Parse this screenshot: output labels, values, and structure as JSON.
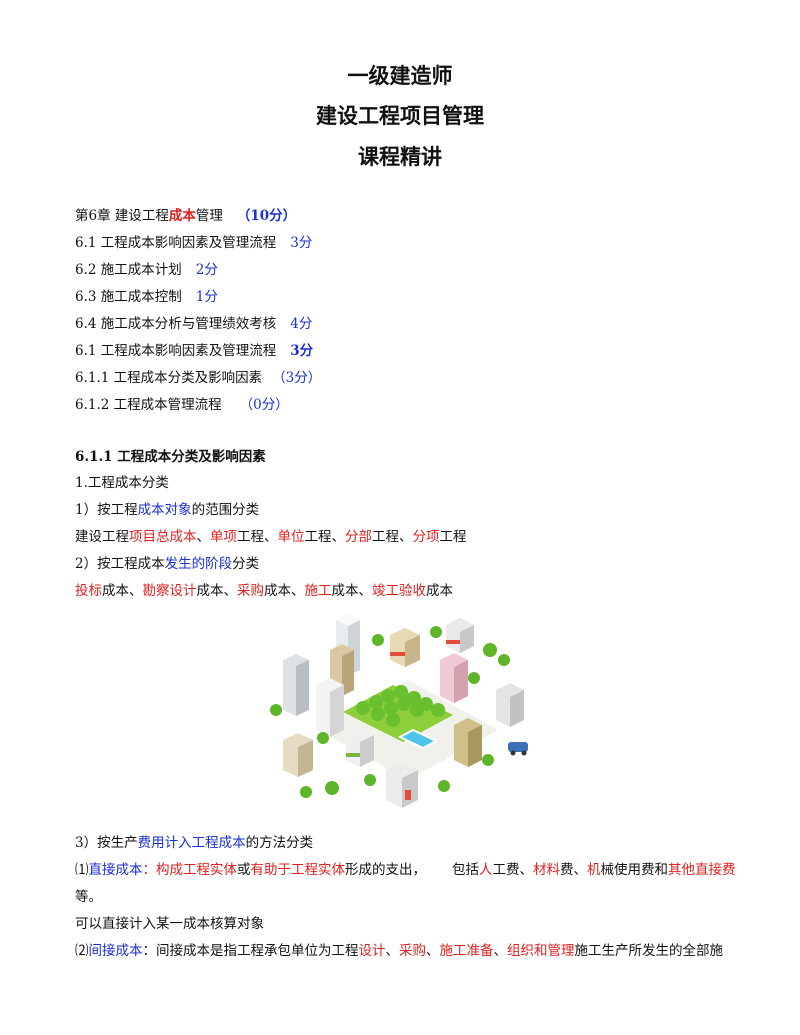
{
  "title": {
    "line1": "一级建造师",
    "line2": "建设工程项目管理",
    "line3": "课程精讲"
  },
  "toc": {
    "chapter": {
      "prefix": "第6章  建设工程",
      "red": "成本",
      "suffix": "管理",
      "score": "（10分）"
    },
    "items": [
      {
        "text": "6.1   工程成本影响因素及管理流程",
        "score": "3分"
      },
      {
        "text": "6.2   施工成本计划",
        "score": "2分"
      },
      {
        "text": "6.3   施工成本控制",
        "score": "1分"
      },
      {
        "text": "6.4   施工成本分析与管理绩效考核",
        "score": "4分"
      },
      {
        "text": "6.1   工程成本影响因素及管理流程",
        "score": "3分"
      },
      {
        "text": "6.1.1   工程成本分类及影响因素",
        "score": "（3分）"
      },
      {
        "text": "6.1.2   工程成本管理流程",
        "score": "（0分）"
      }
    ]
  },
  "section": {
    "heading": "6.1.1   工程成本分类及影响因素",
    "p1": "1.工程成本分类",
    "p2": {
      "a": "1）按工程",
      "b": "成本对象",
      "c": "的范围分类"
    },
    "p3": {
      "a": "建设工程",
      "b": "项目总成本",
      "c": "、",
      "d": "单项",
      "e": "工程、",
      "f": "单位",
      "g": "工程、",
      "h": "分部",
      "i": "工程、",
      "j": "分项",
      "k": "工程"
    },
    "p4": {
      "a": "2）按工程成本",
      "b": "发生的阶段",
      "c": "分类"
    },
    "p5": {
      "a": "投标",
      "b": "成本、",
      "c": "勘察设计",
      "d": "成本、",
      "e": "采购",
      "f": "成本、",
      "g": "施工",
      "h": "成本、",
      "i": "竣工验收",
      "j": "成本"
    },
    "p6": {
      "a": "3）按生产",
      "b": "费用计入工程成本",
      "c": "的方法分类"
    },
    "p7": {
      "a": "⑴",
      "b": "直接成本",
      "c": "：",
      "d": "构成工程实体",
      "e": "或",
      "f": "有助于工程实体",
      "g": "形成的支出，",
      "h": "包括",
      "i": "人",
      "j": "工费、",
      "k": "材料",
      "l": "费、",
      "m": "机",
      "n": "械使用费和",
      "o": "其他直接费"
    },
    "p8": "等。",
    "p9": "可以直接计入某一成本核算对象",
    "p10": {
      "a": "⑵",
      "b": "间接成本",
      "c": "：间接成本是指工程承包单位为工程",
      "d": "设计",
      "e": "、",
      "f": "采购",
      "g": "、",
      "h": "施工准备",
      "i": "、",
      "j": "组织和管理",
      "k": "施工生产所发生的全部施"
    }
  },
  "colors": {
    "red": "#e0201e",
    "blue": "#1a2fd6"
  }
}
